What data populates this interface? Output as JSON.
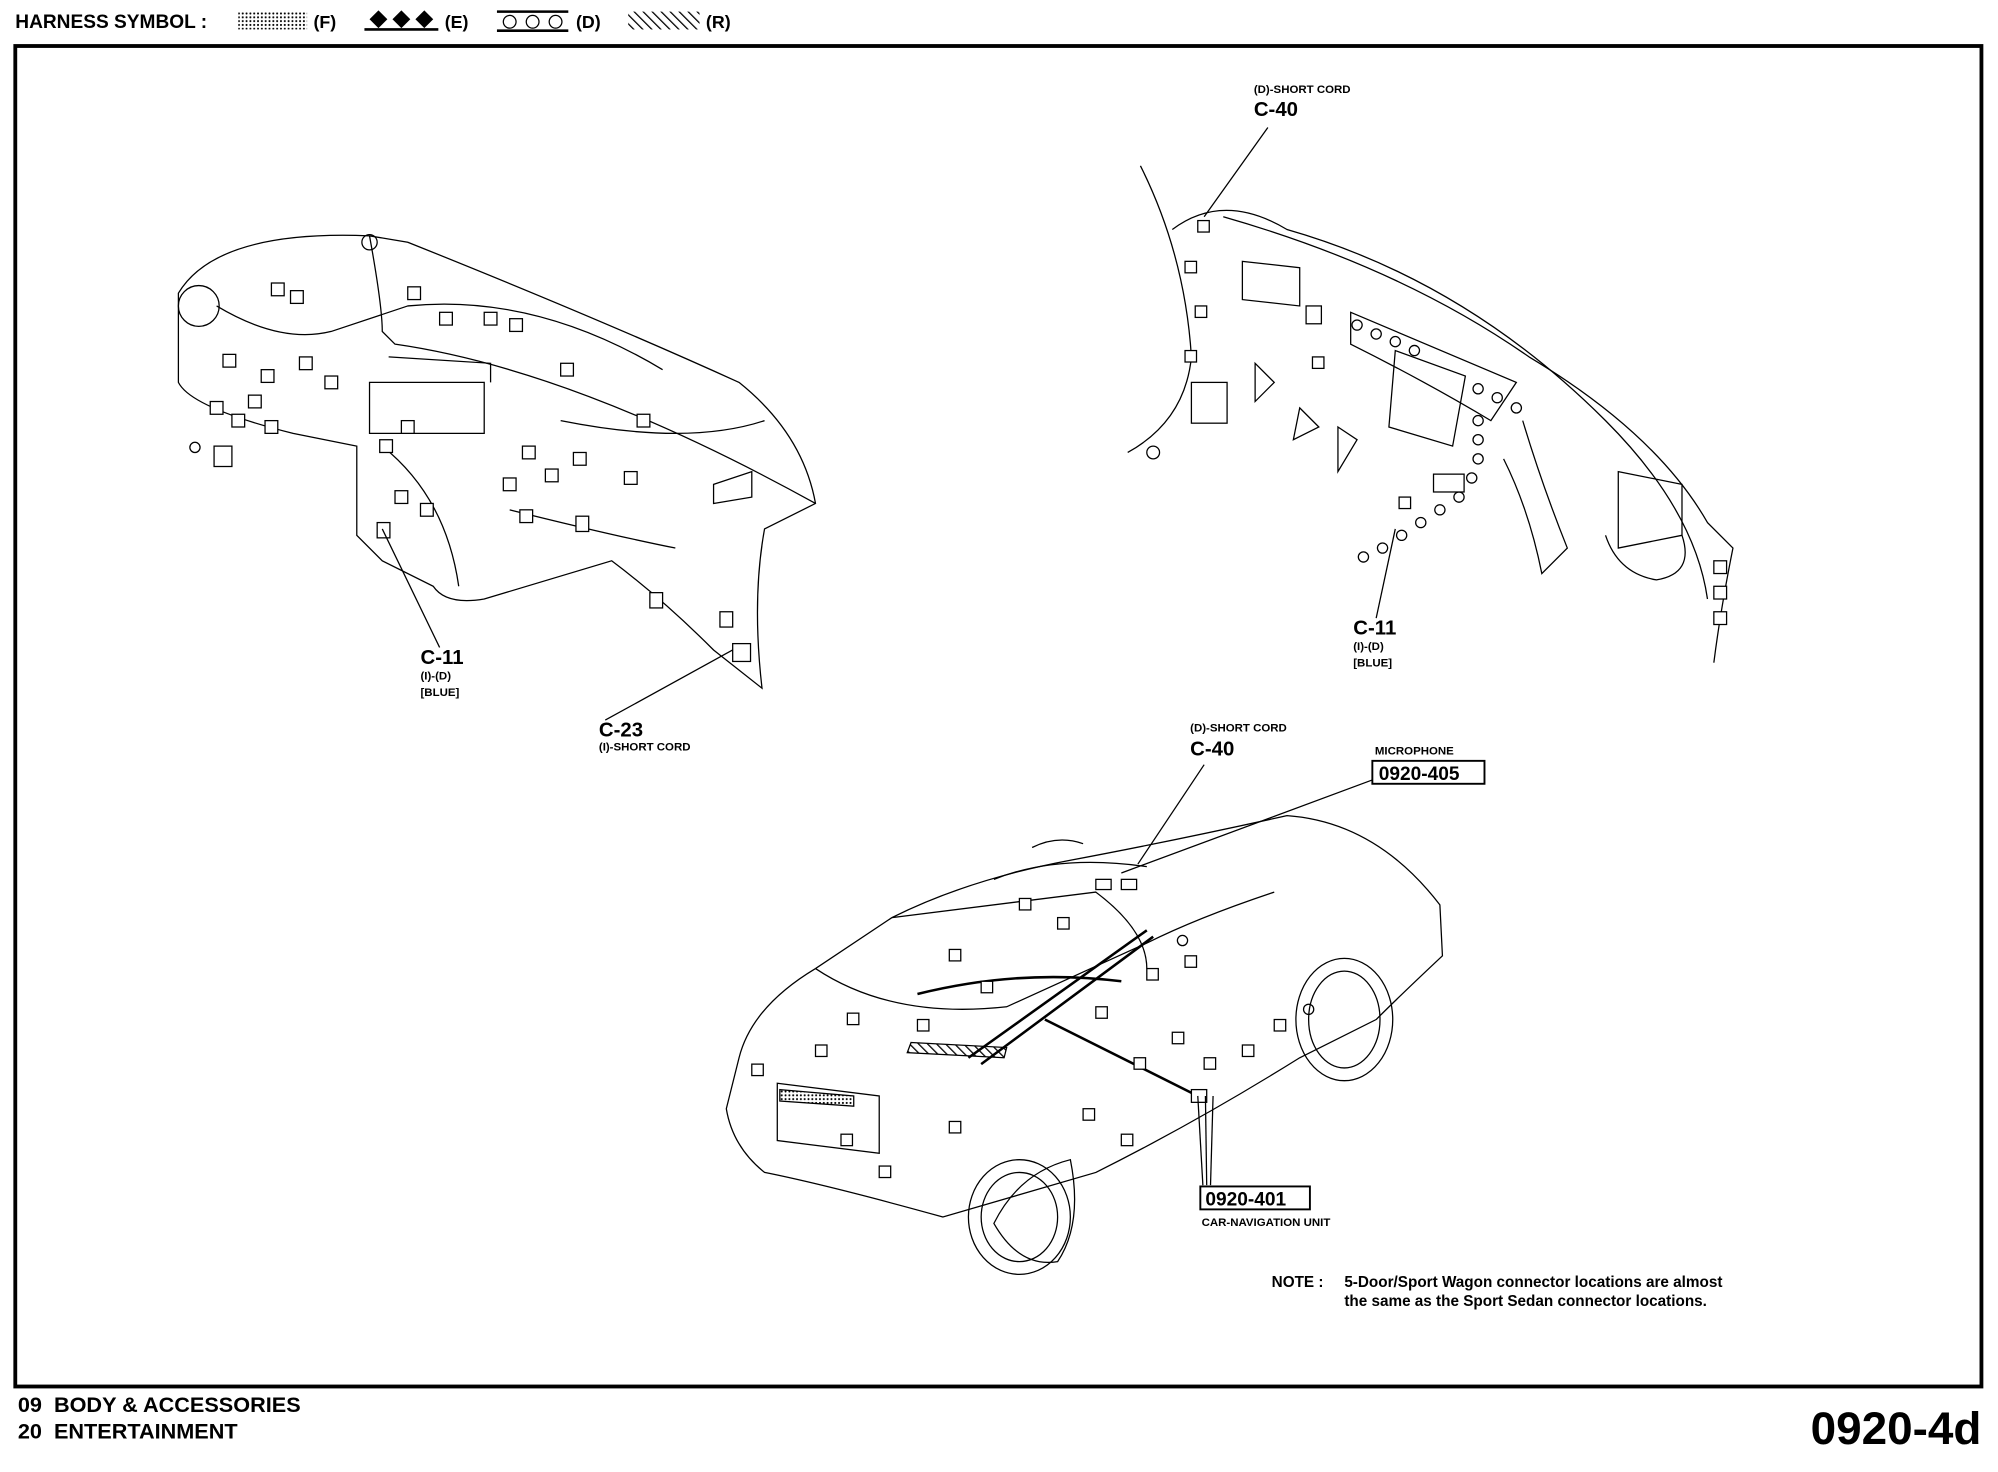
{
  "header": {
    "harness_symbol_label": "HARNESS SYMBOL :",
    "symbols": [
      {
        "code": "(F)",
        "pattern": "dotted-band"
      },
      {
        "code": "(E)",
        "pattern": "diamonds"
      },
      {
        "code": "(D)",
        "pattern": "circles"
      },
      {
        "code": "(R)",
        "pattern": "hatched"
      }
    ]
  },
  "callouts": {
    "dash_left_c11": {
      "id": "C-11",
      "line1": "(I)-(D)",
      "line2": "[BLUE]"
    },
    "dash_left_c23": {
      "id": "C-23",
      "line1": "(I)-SHORT CORD"
    },
    "dash_right_c40": {
      "id": "C-40",
      "line1": "(D)-SHORT CORD"
    },
    "dash_right_c11": {
      "id": "C-11",
      "line1": "(I)-(D)",
      "line2": "[BLUE]"
    },
    "car_c40": {
      "id": "C-40",
      "line1": "(D)-SHORT CORD"
    },
    "microphone": {
      "label": "MICROPHONE",
      "ref": "0920-405"
    },
    "car_navigation": {
      "label": "CAR-NAVIGATION UNIT",
      "ref": "0920-401"
    }
  },
  "note": {
    "prefix": "NOTE :",
    "line1": "5-Door/Sport Wagon connector locations are almost",
    "line2": "the same as the Sport Sedan connector locations."
  },
  "footer": {
    "section1": "09  BODY & ACCESSORIES",
    "section2": "20  ENTERTAINMENT",
    "page_code": "0920-4d"
  }
}
